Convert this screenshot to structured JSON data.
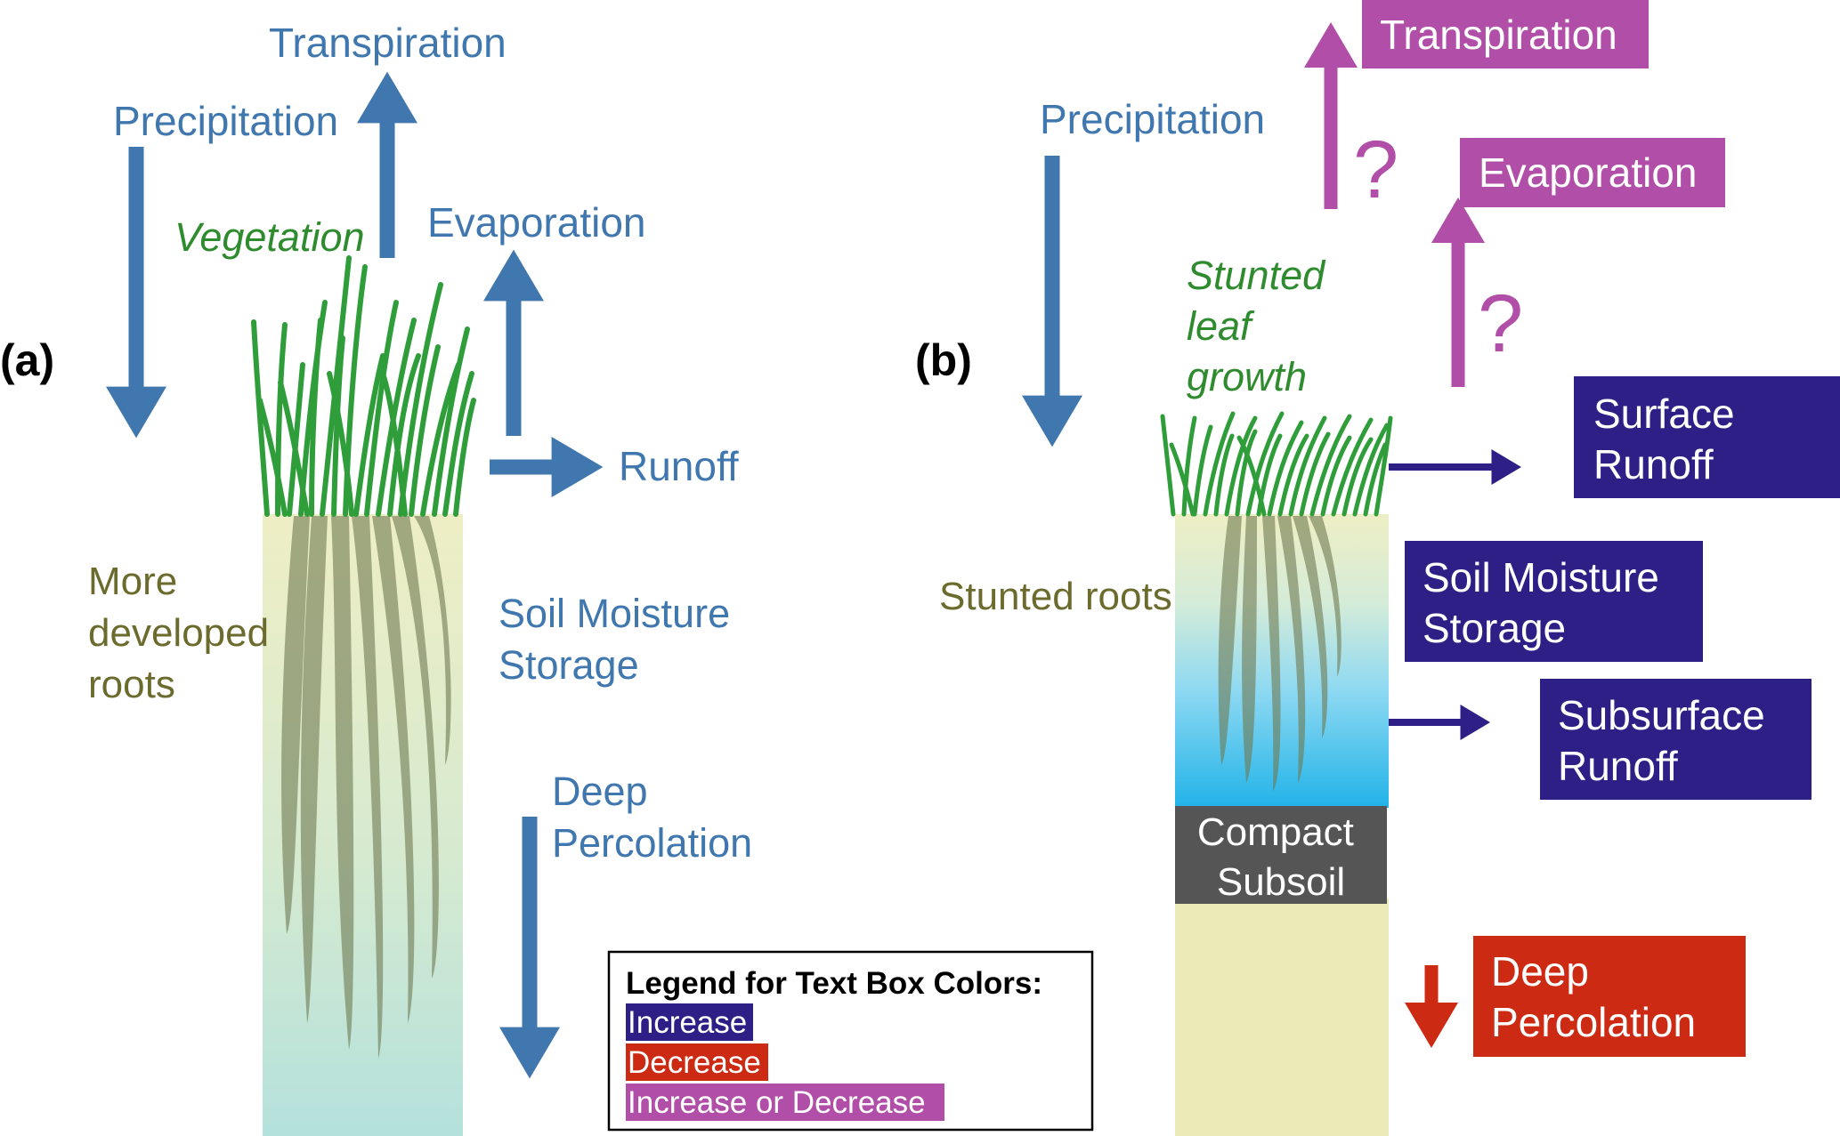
{
  "colors": {
    "blue_label": "#3f77ae",
    "green_label": "#2e8b2e",
    "olive_label": "#6b6b2e",
    "increase": "#2e1f86",
    "decrease": "#cc2a12",
    "increase_or_decrease": "#b14ea8",
    "subsoil": "#555555",
    "soil": "#ecebb8",
    "water": "#29b6ea"
  },
  "panel_a": {
    "tag": "(a)",
    "precipitation": "Precipitation",
    "transpiration": "Transpiration",
    "vegetation": "Vegetation",
    "evaporation": "Evaporation",
    "runoff": "Runoff",
    "roots": [
      "More",
      "developed",
      "roots"
    ],
    "soil_moisture": [
      "Soil Moisture",
      "Storage"
    ],
    "deep_percolation": [
      "Deep",
      "Percolation"
    ]
  },
  "panel_b": {
    "tag": "(b)",
    "precipitation": "Precipitation",
    "transpiration": "Transpiration",
    "evaporation": "Evaporation",
    "question_mark": "?",
    "leaf": [
      "Stunted",
      "leaf",
      "growth"
    ],
    "roots": "Stunted roots",
    "surface_runoff": [
      "Surface",
      "Runoff"
    ],
    "soil_moisture": [
      "Soil Moisture",
      "Storage"
    ],
    "subsurface_runoff": [
      "Subsurface",
      "Runoff"
    ],
    "compact_subsoil": [
      "Compact",
      "Subsoil"
    ],
    "deep_percolation": [
      "Deep",
      "Percolation"
    ]
  },
  "legend": {
    "title": "Legend for Text Box Colors:",
    "increase": "Increase",
    "decrease": "Decrease",
    "increase_or_decrease": "Increase or Decrease"
  }
}
